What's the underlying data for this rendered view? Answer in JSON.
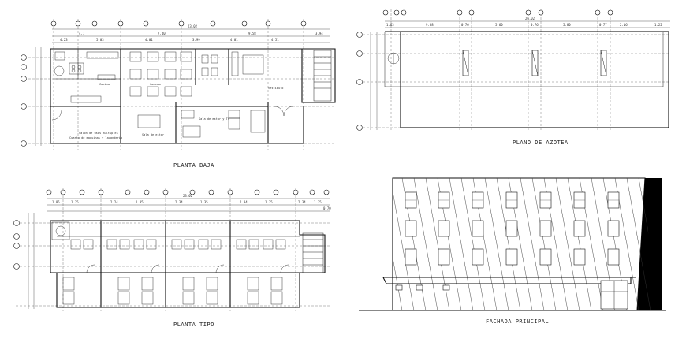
{
  "drawings": {
    "ground_floor": {
      "title": "PLANTA BAJA",
      "overall_dim": "23.02",
      "dims_top": [
        "4.1",
        "7.40",
        "9.58",
        "3.94"
      ],
      "dims_inner": [
        "4.23",
        "5.03",
        "4.01",
        "3.99",
        "4.01",
        "4.51"
      ],
      "room_labels": [
        "Cocina",
        "Comedor",
        "Vestibulo",
        "Sala de estar y TV",
        "Cuarto de maquinas y lavanderia",
        "Sala de estar",
        "Salon de usos multiples"
      ]
    },
    "roof_plan": {
      "title": "PLANO DE AZOTEA",
      "overall_dim": "26.02",
      "dims_top": [
        "1.63",
        "9.88",
        "0.76",
        "5.60",
        "0.76",
        "5.80",
        "0.77",
        "2.16",
        "1.22"
      ]
    },
    "typical_floor": {
      "title": "PLANTA TIPO",
      "overall_dim": "23.02",
      "dims_top": [
        "1.85",
        "1.35",
        "2.24",
        "1.35",
        "2.34",
        "1.35",
        "2.34",
        "1.35",
        "2.34",
        "1.35",
        "0.70"
      ]
    },
    "facade": {
      "title": "FACHADA PRINCIPAL"
    }
  }
}
